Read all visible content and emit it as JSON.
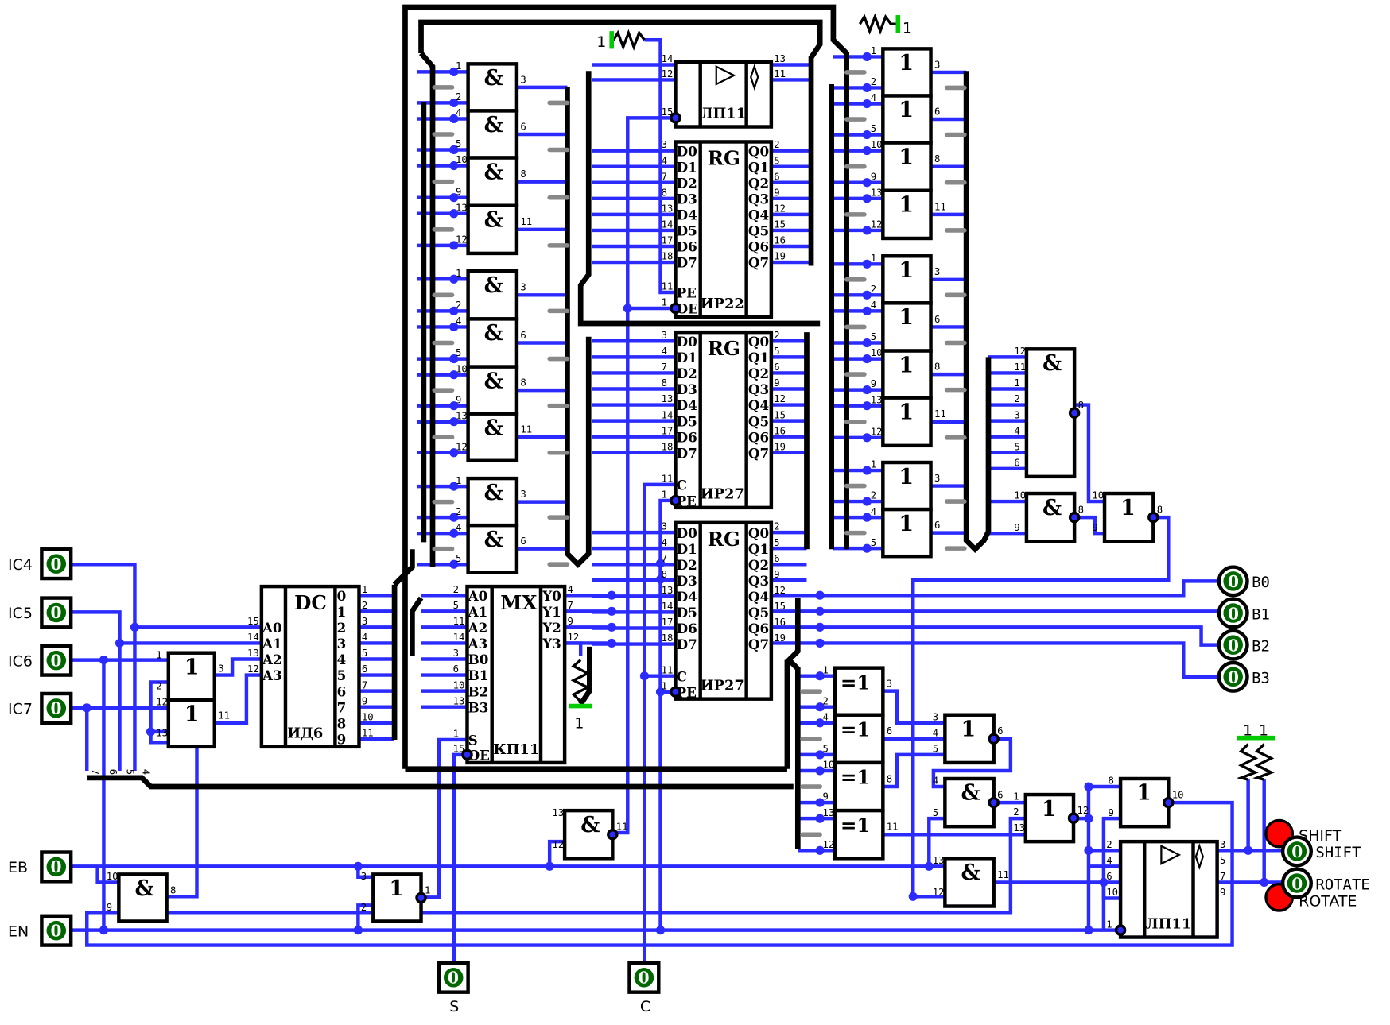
{
  "colors": {
    "wire": "#2b2bff",
    "bus": "#000000",
    "tap": "#888888",
    "indicator": "#006600",
    "led": "#ff0000",
    "power": "#00cc00"
  },
  "inputs": [
    {
      "label": "IC4",
      "value": "0"
    },
    {
      "label": "IC5",
      "value": "0"
    },
    {
      "label": "IC6",
      "value": "0"
    },
    {
      "label": "IC7",
      "value": "0"
    },
    {
      "label": "EB",
      "value": "0"
    },
    {
      "label": "EN",
      "value": "0"
    },
    {
      "label": "S",
      "value": "0"
    },
    {
      "label": "C",
      "value": "0"
    }
  ],
  "outputs": [
    {
      "label": "B0",
      "value": "0"
    },
    {
      "label": "B1",
      "value": "0"
    },
    {
      "label": "B2",
      "value": "0"
    },
    {
      "label": "B3",
      "value": "0"
    },
    {
      "label": "SHIFT",
      "value": "0"
    },
    {
      "label": "ROTATE",
      "value": "0"
    }
  ],
  "leds": [
    {
      "label": "SHIFT",
      "state": "on"
    },
    {
      "label": "ROTATE",
      "state": "on"
    }
  ],
  "resistors": [
    {
      "value": "1"
    },
    {
      "value": "1"
    },
    {
      "value": "1"
    },
    {
      "value": "1"
    },
    {
      "value": "1"
    }
  ],
  "bus_taps_left": [
    "4",
    "5",
    "6",
    "7"
  ],
  "chips": {
    "dc": {
      "title": "DC",
      "name": "ИД6",
      "in_labels": [
        "A0",
        "A1",
        "A2",
        "A3"
      ],
      "in_pins": [
        "15",
        "14",
        "13",
        "12"
      ],
      "out_labels": [
        "0",
        "1",
        "2",
        "3",
        "4",
        "5",
        "6",
        "7",
        "8",
        "9"
      ],
      "out_pins": [
        "1",
        "2",
        "3",
        "4",
        "5",
        "6",
        "7",
        "9",
        "10",
        "11"
      ]
    },
    "mx": {
      "title": "MX",
      "name": "КП11",
      "in_labels": [
        "A0",
        "A1",
        "A2",
        "A3",
        "B0",
        "B1",
        "B2",
        "B3",
        "S",
        "OE"
      ],
      "in_pins": [
        "2",
        "5",
        "11",
        "14",
        "3",
        "6",
        "10",
        "13",
        "1",
        "15"
      ],
      "out_labels": [
        "Y0",
        "Y1",
        "Y2",
        "Y3"
      ],
      "out_pins": [
        "4",
        "7",
        "9",
        "12"
      ]
    },
    "rg1": {
      "title": "RG",
      "name": "ИР22",
      "in_labels": [
        "D0",
        "D1",
        "D2",
        "D3",
        "D4",
        "D5",
        "D6",
        "D7",
        "PE",
        "OE"
      ],
      "in_pins": [
        "3",
        "4",
        "7",
        "8",
        "13",
        "14",
        "17",
        "18",
        "11",
        "1"
      ],
      "out_labels": [
        "Q0",
        "Q1",
        "Q2",
        "Q3",
        "Q4",
        "Q5",
        "Q6",
        "Q7"
      ],
      "out_pins": [
        "2",
        "5",
        "6",
        "9",
        "12",
        "15",
        "16",
        "19"
      ]
    },
    "rg2": {
      "title": "RG",
      "name": "ИР27",
      "in_labels": [
        "D0",
        "D1",
        "D2",
        "D3",
        "D4",
        "D5",
        "D6",
        "D7",
        "C",
        "PE"
      ],
      "in_pins": [
        "3",
        "4",
        "7",
        "8",
        "13",
        "14",
        "17",
        "18",
        "11",
        "1"
      ],
      "out_labels": [
        "Q0",
        "Q1",
        "Q2",
        "Q3",
        "Q4",
        "Q5",
        "Q6",
        "Q7"
      ],
      "out_pins": [
        "2",
        "5",
        "6",
        "9",
        "12",
        "15",
        "16",
        "19"
      ]
    },
    "rg3": {
      "title": "RG",
      "name": "ИР27",
      "in_labels": [
        "D0",
        "D1",
        "D2",
        "D3",
        "D4",
        "D5",
        "D6",
        "D7",
        "C",
        "PE"
      ],
      "in_pins": [
        "3",
        "4",
        "7",
        "8",
        "13",
        "14",
        "17",
        "18",
        "11",
        "1"
      ],
      "out_labels": [
        "Q0",
        "Q1",
        "Q2",
        "Q3",
        "Q4",
        "Q5",
        "Q6",
        "Q7"
      ],
      "out_pins": [
        "2",
        "5",
        "6",
        "9",
        "12",
        "15",
        "16",
        "19"
      ]
    },
    "lp_top": {
      "name": "ЛП11",
      "in_pins": [
        "14",
        "12",
        "15"
      ],
      "out_pins": [
        "13",
        "11"
      ]
    },
    "lp_bottom": {
      "name": "ЛП11",
      "in_pins": [
        "2",
        "4",
        "6",
        "10",
        "1"
      ],
      "out_pins": [
        "3",
        "5",
        "7",
        "9"
      ]
    }
  },
  "gates": [
    {
      "symbol": "&",
      "pins": [
        "1",
        "2",
        "3"
      ]
    },
    {
      "symbol": "&",
      "pins": [
        "4",
        "5",
        "6"
      ]
    },
    {
      "symbol": "&",
      "pins": [
        "10",
        "9",
        "8"
      ]
    },
    {
      "symbol": "&",
      "pins": [
        "13",
        "12",
        "11"
      ]
    },
    {
      "symbol": "&",
      "pins": [
        "1",
        "2",
        "3"
      ]
    },
    {
      "symbol": "&",
      "pins": [
        "4",
        "5",
        "6"
      ]
    },
    {
      "symbol": "&",
      "pins": [
        "10",
        "9",
        "8"
      ]
    },
    {
      "symbol": "&",
      "pins": [
        "13",
        "12",
        "11"
      ]
    },
    {
      "symbol": "&",
      "pins": [
        "1",
        "2",
        "3"
      ]
    },
    {
      "symbol": "&",
      "pins": [
        "4",
        "5",
        "6"
      ]
    },
    {
      "symbol": "1",
      "pins": [
        "1",
        "2",
        "3"
      ]
    },
    {
      "symbol": "1",
      "pins": [
        "4",
        "5",
        "6"
      ]
    },
    {
      "symbol": "1",
      "pins": [
        "10",
        "9",
        "8"
      ]
    },
    {
      "symbol": "1",
      "pins": [
        "13",
        "12",
        "11"
      ]
    },
    {
      "symbol": "1",
      "pins": [
        "1",
        "2",
        "3"
      ]
    },
    {
      "symbol": "1",
      "pins": [
        "4",
        "5",
        "6"
      ]
    },
    {
      "symbol": "1",
      "pins": [
        "10",
        "9",
        "8"
      ]
    },
    {
      "symbol": "1",
      "pins": [
        "13",
        "12",
        "11"
      ]
    },
    {
      "symbol": "1",
      "pins": [
        "1",
        "2",
        "3"
      ]
    },
    {
      "symbol": "1",
      "pins": [
        "4",
        "5",
        "6"
      ]
    },
    {
      "symbol": "=1",
      "pins": [
        "1",
        "2",
        "3"
      ]
    },
    {
      "symbol": "=1",
      "pins": [
        "4",
        "5",
        "6"
      ]
    },
    {
      "symbol": "=1",
      "pins": [
        "10",
        "9",
        "8"
      ]
    },
    {
      "symbol": "=1",
      "pins": [
        "13",
        "12",
        "11"
      ]
    },
    {
      "symbol": "1",
      "pins": [
        "1",
        "2",
        "3"
      ]
    },
    {
      "symbol": "1",
      "pins": [
        "12",
        "13",
        "11"
      ]
    },
    {
      "symbol": "&",
      "pins": [
        "10",
        "9",
        "8"
      ]
    },
    {
      "symbol": "1",
      "pins": [
        "3",
        "2",
        "1"
      ]
    },
    {
      "symbol": "&",
      "pins": [
        "13",
        "12",
        "11"
      ]
    },
    {
      "symbol": "1",
      "pins": [
        "3",
        "4",
        "5",
        "6"
      ]
    },
    {
      "symbol": "&",
      "pins": [
        "4",
        "5",
        "6"
      ]
    },
    {
      "symbol": "1",
      "pins": [
        "1",
        "2",
        "13",
        "12"
      ]
    },
    {
      "symbol": "&",
      "pins": [
        "13",
        "12",
        "11"
      ]
    },
    {
      "symbol": "&",
      "pins": [
        "12",
        "11",
        "1",
        "2",
        "3",
        "4",
        "5",
        "6",
        "8"
      ]
    },
    {
      "symbol": "&",
      "pins": [
        "10",
        "9",
        "8"
      ]
    },
    {
      "symbol": "1",
      "pins": [
        "10",
        "9",
        "8"
      ]
    },
    {
      "symbol": "1",
      "pins": [
        "8",
        "9",
        "10"
      ]
    }
  ]
}
